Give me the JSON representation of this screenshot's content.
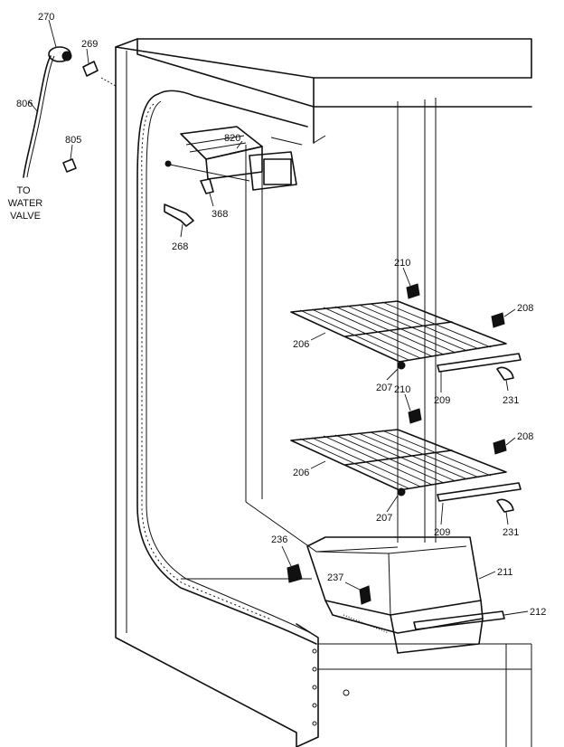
{
  "labels": {
    "p270": "270",
    "p269": "269",
    "p806": "806",
    "p805": "805",
    "p820": "820",
    "p368": "368",
    "p268": "268",
    "p210a": "210",
    "p208a": "208",
    "p206a": "206",
    "p207a": "207",
    "p209a": "209",
    "p231a": "231",
    "p210b": "210",
    "p208b": "208",
    "p206b": "206",
    "p207b": "207",
    "p209b": "209",
    "p231b": "231",
    "p236": "236",
    "p237": "237",
    "p211": "211",
    "p212": "212"
  },
  "note": {
    "line1": "TO",
    "line2": "WATER",
    "line3": "VALVE"
  }
}
